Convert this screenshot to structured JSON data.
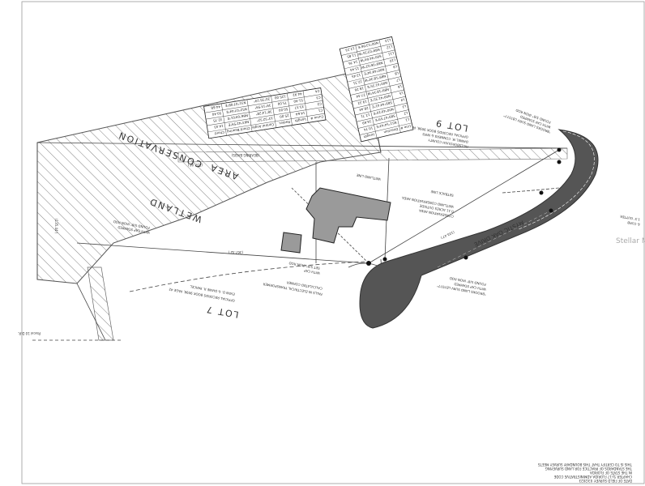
{
  "labels": {
    "area_conservation": "CONSERVATION",
    "area_word": "AREA",
    "area_wetland": "WETLAND",
    "lot_9": "LOT 9",
    "lot_7": "LOT 7",
    "road_name": "MYSTIC OAK DRIVE",
    "watermark": "Stellar MLS"
  },
  "small_text": {
    "deed_book_lot7": "OFFICIAL RECORDS BOOK 9098, PAGE 42",
    "lot7_owner": "EVAN D. & DIANE R. PARCEL",
    "calculated_corner": "CALCULATED CORNER",
    "falls_in_transformer": "FALLS IN ELECTRICAL TRANSFORMER",
    "set_iron_rod_sw": "SET 5/8\" IRON ROD",
    "iron_rod_sw2": "WITH CAP",
    "found_iron_rod_road1": "FOUND 5/8\" IRON ROD",
    "found_iron_rod_road2": "WITH CAP STAMPED",
    "brooks_land_1": "\"BROOKS LAND SURV LB7077\"",
    "found_iron_rod_ne1": "FOUND 5/8\" IRON ROD",
    "found_iron_rod_ne2": "WITH CAP STAMPED",
    "brooks_land_2": "\"BROOKS LAND SURV LB7077\"",
    "wetland_line": "WETLAND LINE",
    "upland_acres1": "0.11 ACRES OUTSIDE",
    "upland_acres2": "CONSERVATION AREA",
    "wetland_conservation": "WETLAND CONSERVATION AREA",
    "setback_line": "SETBACK LINE",
    "lc_gutter": "1.5' GUTTER",
    "lc_curb": "& CURB",
    "found_iron_rod_w1": "FOUND 5/8\" IRON ROD",
    "found_iron_rod_w2": "WITH CAP STAMPED",
    "deed_lot9": "OFFICIAL RECORDS BOOK 9098, PAGE 42",
    "owner_lot9": "DANIEL M. CONNERS & WIFE",
    "hillsborough": "HILLSBOROUGH COUNTY",
    "bearing_basis": "(BEARING BASIS)",
    "line_note1": "THIS IS TO CERTIFY THAT THIS BOUNDARY SURVEY MEETS",
    "line_note2": "THE STANDARDS OF PRACTICE FOR LAND SURVEYING",
    "line_note3": "IN THE STATE OF FLORIDA",
    "line_note4": "CHAPTER 5J-17 FLORIDA ADMINISTRATIVE CODE",
    "line_note5": "DATE OF FIELD SURVEY: 03/2023",
    "corner_note": "Parcel 10 D.R.",
    "dist_top": "(357.44')",
    "dist_bottom": "(367.42')",
    "dist_left": "(135.44')",
    "dist_road": "(103.47')"
  },
  "curve_table": {
    "headers": [
      "Curve #",
      "Length",
      "Radius",
      "Central Angle",
      "Chord Bearing",
      "Chord"
    ],
    "rows": [
      [
        "C1",
        "14.64",
        "25.00",
        "33°32'32\"",
        "N63°42'59\"E",
        "14.43"
      ],
      [
        "C2",
        "33.37",
        "50.00",
        "38°14'28\"",
        "N66°04'01\"E",
        "32.75"
      ],
      [
        "C3",
        "51.40",
        "75.00",
        "39°15'59\"",
        "N52°07'44\"E",
        "50.40"
      ],
      [
        "C4",
        "44.92",
        "125.00",
        "20°35'19\"",
        "N31°07'08\"E",
        "44.68"
      ]
    ]
  },
  "line_table": {
    "headers": [
      "Line #",
      "Direction",
      "Length"
    ],
    "rows": [
      [
        "L1",
        "N51°54'43\"E",
        "10.74"
      ],
      [
        "L2",
        "S89°47'59\"E",
        "16.69"
      ],
      [
        "L3",
        "N00°40'20\"E",
        "12.71"
      ],
      [
        "L4",
        "S89°44'41\"E",
        "28.44"
      ],
      [
        "L5",
        "N00°41'35\"E",
        "19.32"
      ],
      [
        "L6",
        "N89°18'34\"W",
        "27.44"
      ],
      [
        "L7",
        "N00°41'35\"E",
        "18.26"
      ],
      [
        "L8",
        "N89°18'34\"W",
        "12.31"
      ],
      [
        "L9",
        "N00°49'34\"E",
        "12.45"
      ],
      [
        "L10",
        "N89°06'02\"W",
        "15.44"
      ],
      [
        "L11",
        "S00°44'04\"W",
        "14.76"
      ],
      [
        "L12",
        "N89°03'35\"W",
        "11.85"
      ],
      [
        "L13",
        "N00°53'06\"E",
        "12.23"
      ]
    ]
  },
  "colors": {
    "hatch": "#666666",
    "pavement": "#555555",
    "building": "#9a9a9a",
    "line": "#444444"
  }
}
